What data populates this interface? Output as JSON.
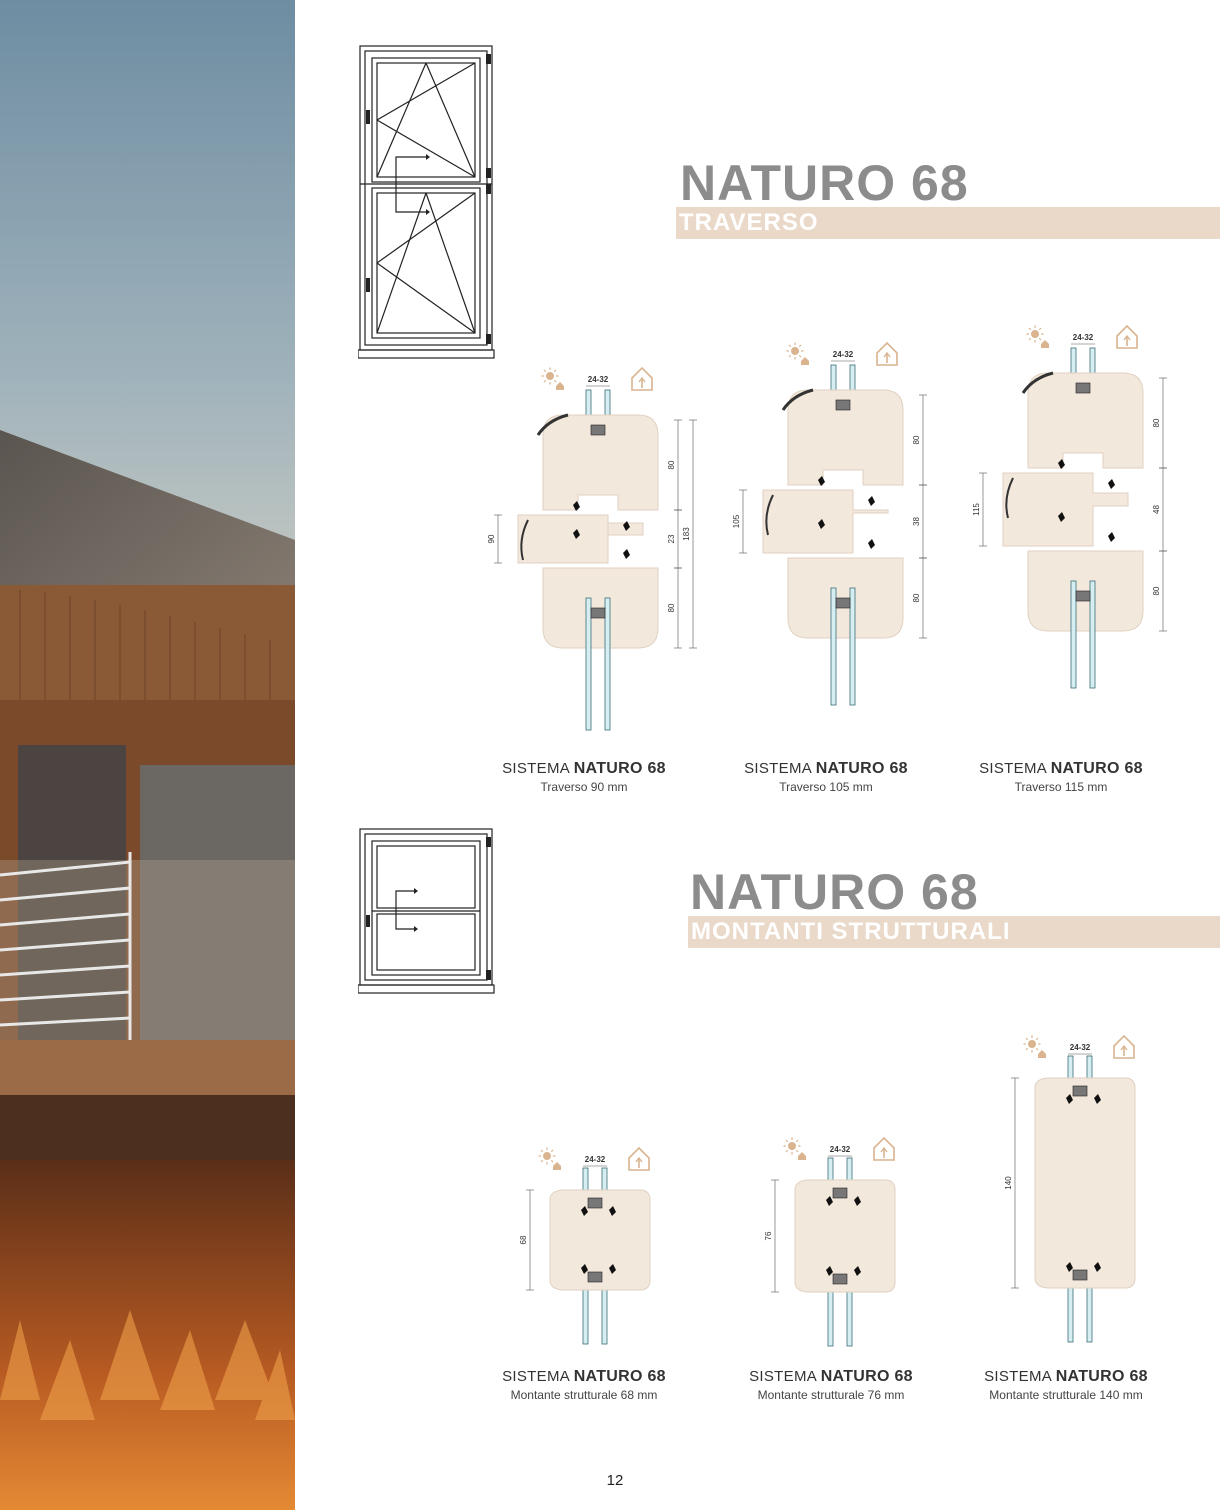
{
  "page_number": "12",
  "sections": [
    {
      "title": "NATURO 68",
      "subtitle": "TRAVERSO",
      "profiles": [
        {
          "system_prefix": "SISTEMA",
          "system_name": "NATURO 68",
          "desc": "Traverso 90 mm",
          "glass_label": "24-32",
          "dims": [
            "90",
            "80",
            "23",
            "183",
            "80"
          ]
        },
        {
          "system_prefix": "SISTEMA",
          "system_name": "NATURO 68",
          "desc": "Traverso 105 mm",
          "glass_label": "24-32",
          "dims": [
            "105",
            "80",
            "38",
            "80"
          ]
        },
        {
          "system_prefix": "SISTEMA",
          "system_name": "NATURO 68",
          "desc": "Traverso 115 mm",
          "glass_label": "24-32",
          "dims": [
            "115",
            "80",
            "48",
            "80"
          ]
        }
      ]
    },
    {
      "title": "NATURO 68",
      "subtitle": "MONTANTI STRUTTURALI",
      "profiles": [
        {
          "system_prefix": "SISTEMA",
          "system_name": "NATURO 68",
          "desc": "Montante strutturale 68 mm",
          "glass_label": "24-32",
          "dims": [
            "68"
          ]
        },
        {
          "system_prefix": "SISTEMA",
          "system_name": "NATURO 68",
          "desc": "Montante strutturale 76 mm",
          "glass_label": "24-32",
          "dims": [
            "76"
          ]
        },
        {
          "system_prefix": "SISTEMA",
          "system_name": "NATURO 68",
          "desc": "Montante strutturale 140 mm",
          "glass_label": "24-32",
          "dims": [
            "140"
          ]
        }
      ]
    }
  ],
  "icons": {
    "outdoor": "sun-house-icon",
    "indoor": "house-heat-icon"
  },
  "colors": {
    "title": "#8c8c8c",
    "band": "#ead9c9",
    "wood": "#f3e8dc",
    "icon": "#d9b48f"
  }
}
